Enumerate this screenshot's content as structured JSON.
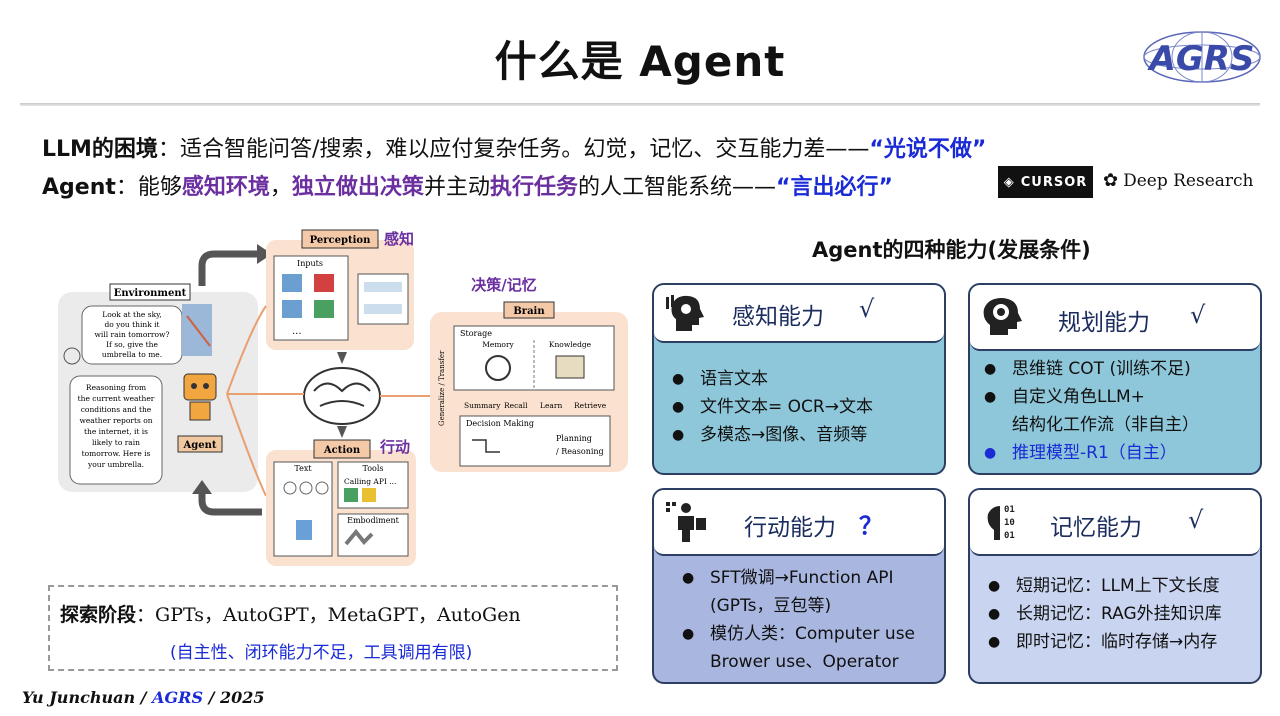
{
  "title": "什么是 Agent",
  "logo_text": "AGRS",
  "line1": {
    "label": "LLM的困境",
    "text": "：适合智能问答/搜索，难以应付复杂任务。幻觉，记忆、交互能力差——",
    "quote": "“光说不做”"
  },
  "line2": {
    "label": "Agent",
    "t1": "：能够",
    "h1": "感知环境",
    "t2": "，",
    "h2": "独立做出决策",
    "t3": "并主动",
    "h3": "执行任务",
    "t4": "的人工智能系统——",
    "quote": "“言出必行”"
  },
  "brands": {
    "cursor": "CURSOR",
    "deep_research": "Deep Research"
  },
  "diagram": {
    "perception": "Perception",
    "perception_cn": "感知",
    "environment": "Environment",
    "inputs": "Inputs",
    "bubble1": [
      "Look at the sky,",
      "do you think it",
      "will rain tomorrow?",
      "If so, give the",
      "umbrella to me."
    ],
    "bubble2": [
      "Reasoning from",
      "the current weather",
      "conditions and the",
      "weather reports on",
      "the internet, it is",
      "likely to rain",
      "tomorrow. Here is",
      "your umbrella."
    ],
    "agent": "Agent",
    "brain_cn": "决策/记忆",
    "brain": "Brain",
    "storage": "Storage",
    "memory": "Memory",
    "knowledge": "Knowledge",
    "summary": "Summary",
    "recall": "Recall",
    "learn": "Learn",
    "retrieve": "Retrieve",
    "generalize": "Generalize / Transfer",
    "decision": "Decision Making",
    "planning": "Planning",
    "reasoning": "/ Reasoning",
    "action": "Action",
    "action_cn": "行动",
    "text": "Text",
    "tools": "Tools",
    "calling_api": "Calling API ...",
    "embodiment": "Embodiment",
    "dots": "..."
  },
  "explore": {
    "label": "探索阶段",
    "text": "：GPTs，AutoGPT，MetaGPT，AutoGen",
    "note": "(自主性、闭环能力不足，工具调用有限)"
  },
  "footer": {
    "name": "Yu Junchuan / ",
    "org": "AGRS",
    "year": " / 2025"
  },
  "section_title": "Agent的四种能力(发展条件)",
  "cards": [
    {
      "title": "感知能力",
      "mark": "√",
      "icon": "head-gear-icon",
      "color": "#8ec7d9",
      "items": [
        "语言文本",
        "文件文本= OCR→文本",
        "多模态→图像、音频等"
      ]
    },
    {
      "title": "规划能力",
      "mark": "√",
      "icon": "brain-gear-icon",
      "color": "#8ec7d9",
      "items": [
        "思维链 COT (训练不足)",
        "自定义角色LLM+",
        "结构化工作流（非自主）",
        "推理模型-R1（自主）"
      ]
    },
    {
      "title": "行动能力",
      "mark": "？",
      "icon": "person-tool-icon",
      "color": "#a9b6e0",
      "items": [
        "SFT微调→Function API",
        "(GPTs，豆包等)",
        "模仿人类：Computer use",
        "Brower use、Operator"
      ]
    },
    {
      "title": "记忆能力",
      "mark": "√",
      "icon": "binary-head-icon",
      "color": "#c9d5f0",
      "items": [
        "短期记忆：LLM上下文长度",
        "长期记忆：RAG外挂知识库",
        "即时记忆：临时存储→内存"
      ]
    }
  ]
}
